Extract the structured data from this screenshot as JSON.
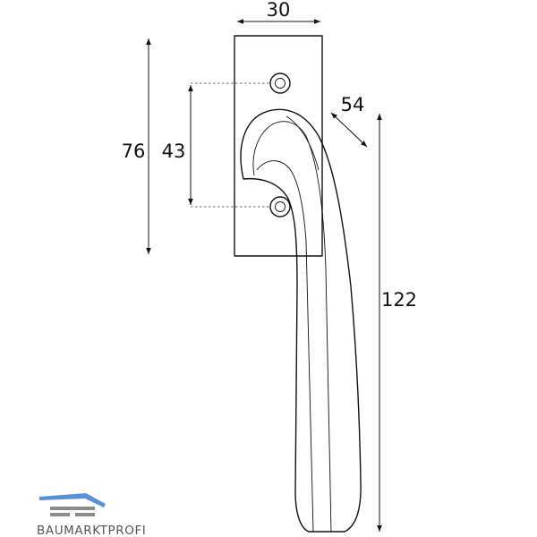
{
  "dimensions": {
    "plate_width": "30",
    "depth": "54",
    "total_height": "76",
    "hole_spacing": "43",
    "handle_length": "122"
  },
  "logo": {
    "text": "BAUMARKTPROFI"
  },
  "colors": {
    "line": "#111111",
    "logo_blue": "#5b8fd6",
    "logo_grey": "#8a8a8a"
  }
}
